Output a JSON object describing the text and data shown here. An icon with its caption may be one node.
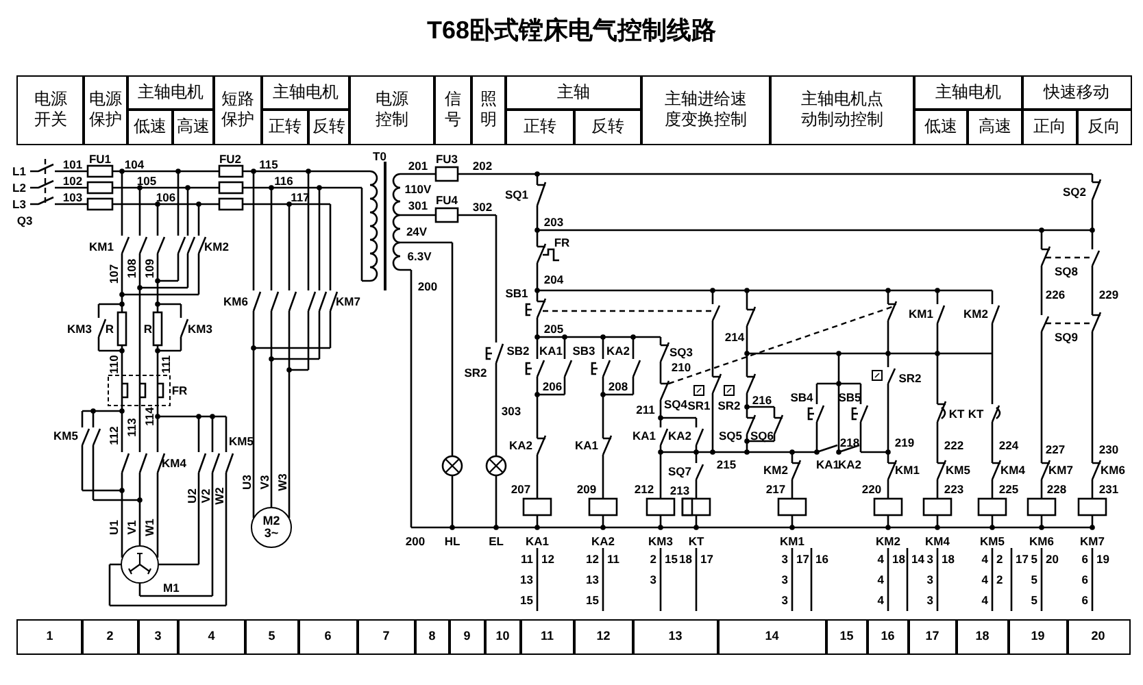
{
  "diagram": {
    "title": "T68卧式镗床电气控制线路",
    "nodes": [
      {
        "text": [],
        "shape": "circle",
        "beside": [
          "M1"
        ]
      },
      {
        "text": [
          "M2 3~"
        ]
      }
    ],
    "labels": [
      "电源开关",
      "电源保护",
      "主轴电机",
      "短路保护",
      "主轴电机",
      "电源控制",
      "信号",
      "照明",
      "主轴",
      "主轴进给速度变换控制",
      "主轴电机点动制动控制",
      "主轴电机",
      "快速移动",
      "低速",
      "高速",
      "正转",
      "反转",
      "正转",
      "反转",
      "低速",
      "高速",
      "正向",
      "反向",
      "L1",
      "L2",
      "L3",
      "Q3",
      "101",
      "102",
      "103",
      "FU1",
      "104",
      "105",
      "106",
      "FU2",
      "115",
      "116",
      "117",
      "T0",
      "201",
      "FU3",
      "202",
      "110V",
      "301",
      "FU4",
      "302",
      "24V",
      "6.3V",
      "200",
      "KM1",
      "KM2",
      "107",
      "108",
      "109",
      "KM6",
      "KM7",
      "KM3",
      "R",
      "R",
      "KM3",
      "110",
      "111",
      "FR",
      "112",
      "113",
      "114",
      "KM5",
      "KM4",
      "KM5",
      "U1",
      "V1",
      "W1",
      "U2",
      "V2",
      "W2",
      "U3",
      "V3",
      "W3",
      "SR2",
      "303",
      "200",
      "HL",
      "EL",
      "SQ1",
      "203",
      "FR",
      "204",
      "SB1",
      "205",
      "SB2",
      "KA1",
      "SB3",
      "KA2",
      "206",
      "208",
      "SQ3",
      "210",
      "211",
      "SQ4",
      "KA1",
      "KA2",
      "214",
      "SR1",
      "SR2",
      "216",
      "SQ5",
      "SQ6",
      "215",
      "SQ7",
      "213",
      "KA2",
      "KA1",
      "207",
      "209",
      "212",
      "KM2",
      "217",
      "SB4",
      "SB5",
      "218",
      "KA1",
      "KA2",
      "219",
      "SR2",
      "KM1",
      "220",
      "KM1",
      "KM2",
      "KT",
      "KT",
      "222",
      "224",
      "KM5",
      "KM4",
      "223",
      "225",
      "SQ2",
      "SQ8",
      "226",
      "229",
      "SQ9",
      "227",
      "230",
      "KM7",
      "KM6",
      "228",
      "231",
      "KA1",
      "KA2",
      "KM3",
      "KT",
      "KM1",
      "KM2",
      "KM4",
      "KM5",
      "KM6",
      "KM7",
      "11",
      "12",
      "13",
      "15",
      "12",
      "11",
      "13",
      "15",
      "2",
      "15",
      "3",
      "18",
      "17",
      "3",
      "17",
      "16",
      "3",
      "3",
      "4",
      "18",
      "14",
      "4",
      "4",
      "3",
      "18",
      "3",
      "3",
      "4",
      "2",
      "17",
      "4",
      "2",
      "4",
      "5",
      "20",
      "5",
      "5",
      "6",
      "19",
      "6",
      "6",
      "1",
      "2",
      "3",
      "4",
      "5",
      "6",
      "7",
      "8",
      "9",
      "10",
      "11",
      "12",
      "13",
      "14",
      "15",
      "16",
      "17",
      "18",
      "19",
      "20"
    ]
  }
}
